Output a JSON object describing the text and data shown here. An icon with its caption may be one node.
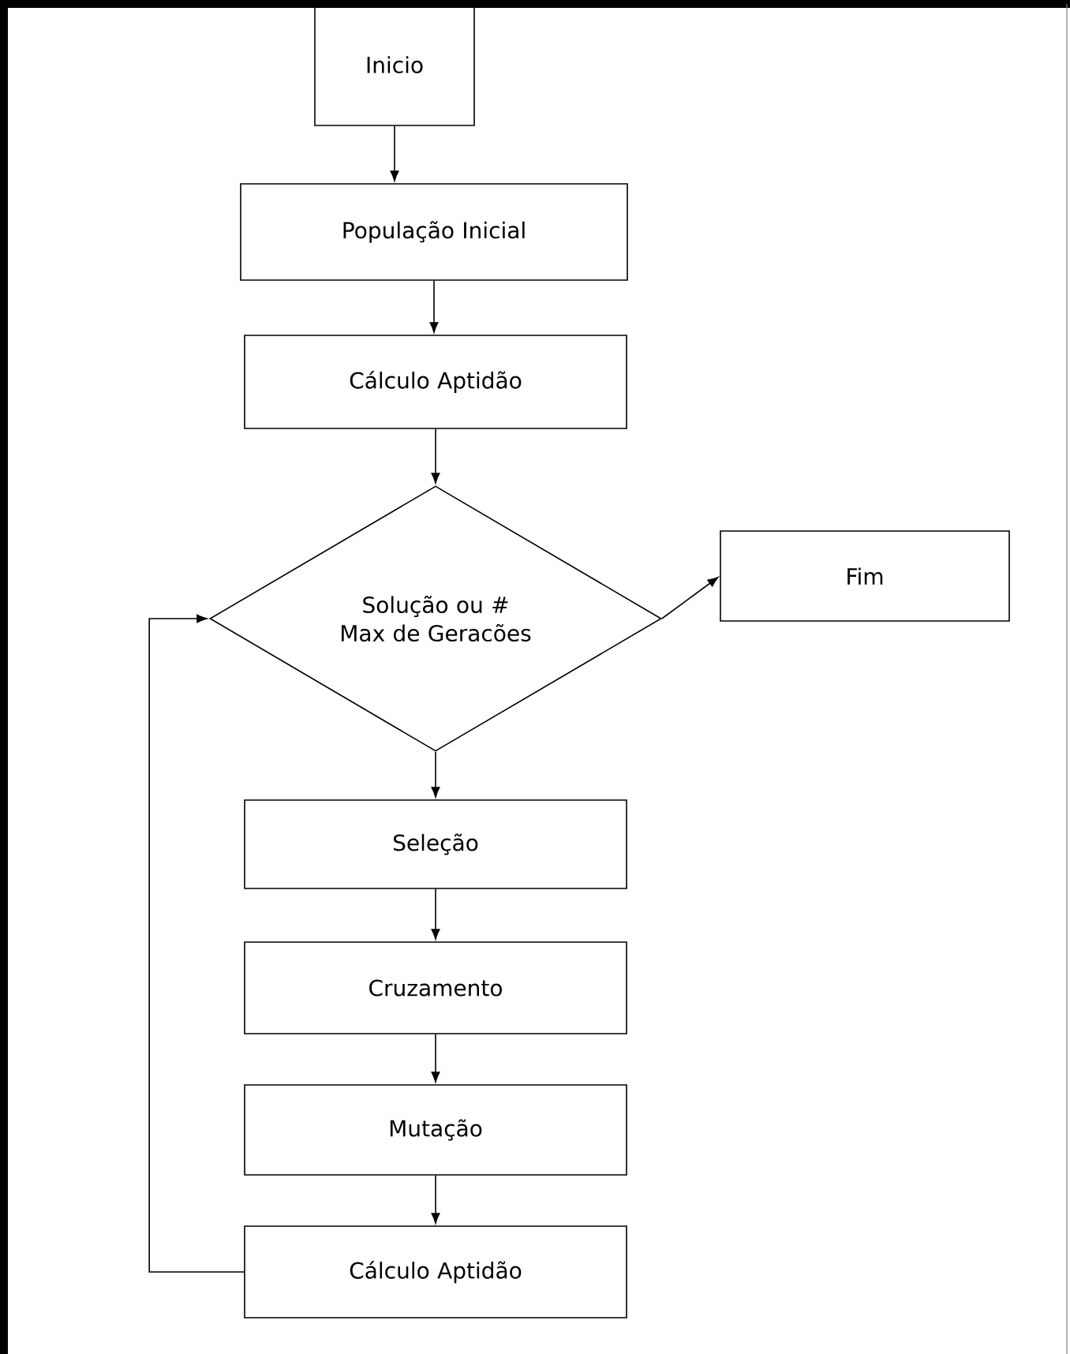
{
  "diagram": {
    "nodes": [
      {
        "text": [
          "Inicio"
        ]
      },
      {
        "text": [
          "População Inicial"
        ]
      },
      {
        "text": [
          "Cálculo Aptidão"
        ]
      },
      {
        "text": [
          "Solução ou # Max de Geracões"
        ]
      },
      {
        "text": [
          "Fim"
        ]
      },
      {
        "text": [
          "Seleção"
        ]
      },
      {
        "text": [
          "Cruzamento"
        ]
      },
      {
        "text": [
          "Mutação"
        ]
      },
      {
        "text": [
          "Cálculo Aptidão"
        ]
      }
    ],
    "edges": [
      {
        "from": 0,
        "to": 1,
        "arrow": "to"
      },
      {
        "from": 1,
        "to": 2,
        "arrow": "to"
      },
      {
        "from": 2,
        "to": 3,
        "arrow": "to"
      },
      {
        "from": 3,
        "to": 4,
        "arrow": "to"
      },
      {
        "from": 3,
        "to": 5,
        "arrow": "to"
      },
      {
        "from": 5,
        "to": 6,
        "arrow": "to"
      },
      {
        "from": 6,
        "to": 7,
        "arrow": "to"
      },
      {
        "from": 7,
        "to": 8,
        "arrow": "to"
      },
      {
        "from": 8,
        "to": 3,
        "arrow": "to"
      }
    ]
  }
}
